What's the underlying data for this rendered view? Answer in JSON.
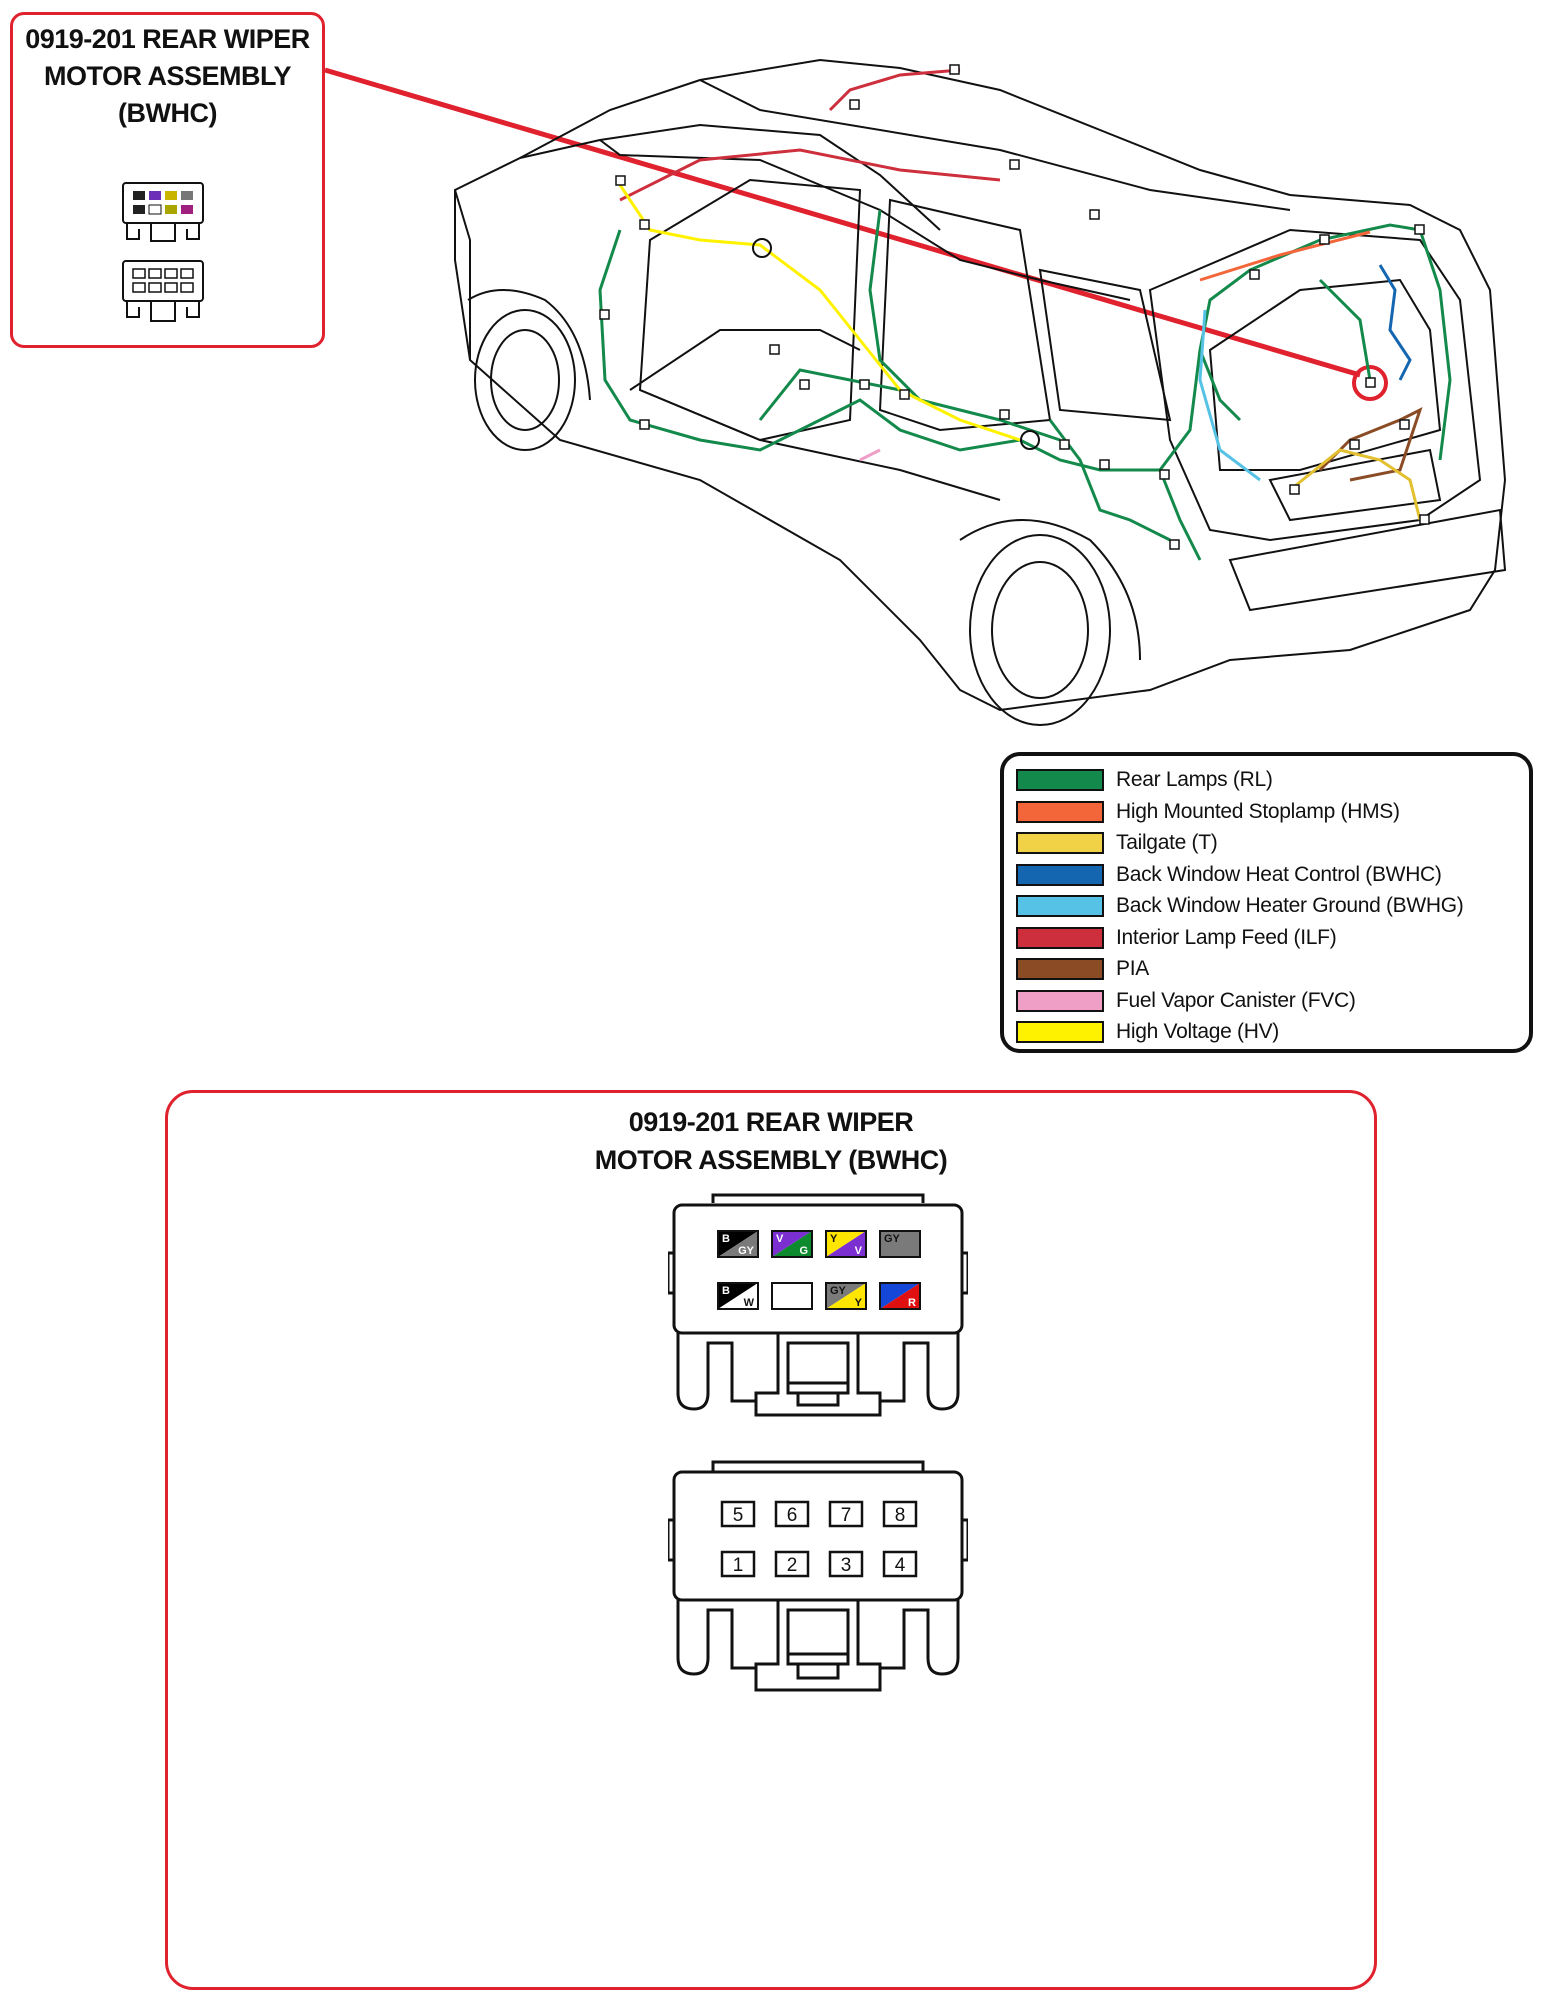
{
  "callout": {
    "title_line1": "0919-201 REAR WIPER",
    "title_line2": "MOTOR ASSEMBLY",
    "title_line3": "(BWHC)"
  },
  "legend": {
    "items": [
      {
        "label": "Rear Lamps (RL)",
        "color": "#138a4b"
      },
      {
        "label": "High Mounted Stoplamp (HMS)",
        "color": "#f2663a"
      },
      {
        "label": "Tailgate (T)",
        "color": "#f1d246"
      },
      {
        "label": "Back Window Heat Control (BWHC)",
        "color": "#1566b0"
      },
      {
        "label": "Back Window Heater Ground (BWHG)",
        "color": "#56c2e6"
      },
      {
        "label": "Interior Lamp Feed (ILF)",
        "color": "#cd2f3d"
      },
      {
        "label": "PIA",
        "color": "#8a4b25"
      },
      {
        "label": "Fuel Vapor Canister (FVC)",
        "color": "#ef9ec6"
      },
      {
        "label": "High Voltage  (HV)",
        "color": "#fff200"
      }
    ]
  },
  "detail": {
    "title_line1": "0919-201 REAR WIPER",
    "title_line2": "MOTOR ASSEMBLY (BWHC)",
    "wire_colors_top_row": [
      {
        "primary": "B",
        "secondary": "GY",
        "c1": "#000000",
        "c2": "#7a7a7a"
      },
      {
        "primary": "V",
        "secondary": "G",
        "c1": "#7b2fd0",
        "c2": "#0e8a2e"
      },
      {
        "primary": "Y",
        "secondary": "V",
        "c1": "#ffe600",
        "c2": "#7b2fd0"
      },
      {
        "primary": "GY",
        "secondary": "",
        "c1": "#7a7a7a",
        "c2": "#7a7a7a"
      }
    ],
    "wire_colors_bottom_row": [
      {
        "primary": "B",
        "secondary": "W",
        "c1": "#000000",
        "c2": "#ffffff"
      },
      {
        "primary": "",
        "secondary": "",
        "c1": "#ffffff",
        "c2": "#ffffff"
      },
      {
        "primary": "GY",
        "secondary": "Y",
        "c1": "#7a7a7a",
        "c2": "#ffe600"
      },
      {
        "primary": "",
        "secondary": "R",
        "c1": "#1446d8",
        "c2": "#e01010"
      }
    ],
    "pin_numbers_top_row": [
      "5",
      "6",
      "7",
      "8"
    ],
    "pin_numbers_bottom_row": [
      "1",
      "2",
      "3",
      "4"
    ]
  },
  "colors": {
    "accent_red": "#e0212e"
  }
}
